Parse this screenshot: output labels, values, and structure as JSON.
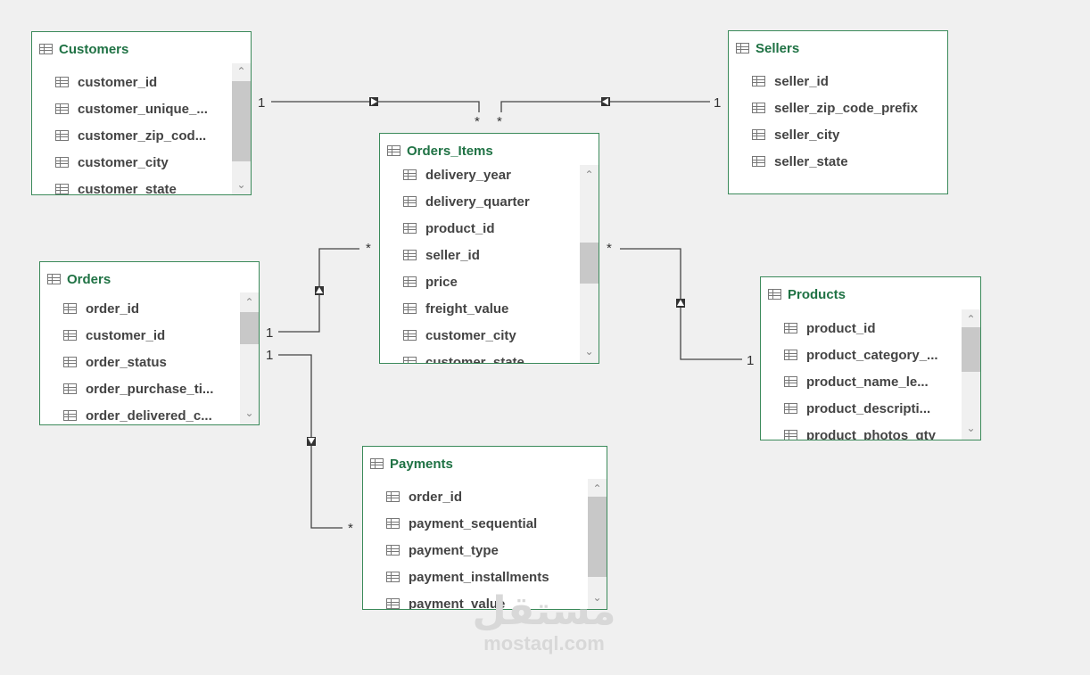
{
  "tables": {
    "customers": {
      "title": "Customers",
      "fields": [
        "customer_id",
        "customer_unique_...",
        "customer_zip_cod...",
        "customer_city",
        "customer_state"
      ]
    },
    "sellers": {
      "title": "Sellers",
      "fields": [
        "seller_id",
        "seller_zip_code_prefix",
        "seller_city",
        "seller_state"
      ]
    },
    "orders_items": {
      "title": "Orders_Items",
      "fields": [
        "delivery_year",
        "delivery_quarter",
        "product_id",
        "seller_id",
        "price",
        "freight_value",
        "customer_city",
        "customer_state"
      ]
    },
    "orders": {
      "title": "Orders",
      "fields": [
        "order_id",
        "customer_id",
        "order_status",
        "order_purchase_ti...",
        "order_delivered_c..."
      ]
    },
    "products": {
      "title": "Products",
      "fields": [
        "product_id",
        "product_category_...",
        "product_name_le...",
        "product_descripti...",
        "product_photos_qty"
      ]
    },
    "payments": {
      "title": "Payments",
      "fields": [
        "order_id",
        "payment_sequential",
        "payment_type",
        "payment_installments",
        "payment_value"
      ]
    }
  },
  "relationships": {
    "customers_one": "1",
    "customers_many": "*",
    "sellers_one": "1",
    "sellers_many": "*",
    "orders_items_one": "1",
    "orders_items_many": "*",
    "products_one": "1",
    "products_many": "*",
    "payments_one": "1",
    "payments_many": "*"
  },
  "watermark": {
    "logo": "مستقل",
    "text": "mostaql.com"
  },
  "icons": {
    "table": "table-icon",
    "field": "field-icon",
    "scroll_up": "chevron-up-icon",
    "scroll_down": "chevron-down-icon",
    "filter": "filter-arrow-icon"
  },
  "colors": {
    "title": "#1f7244",
    "border": "#3b8a5a",
    "background": "#f0f0f0"
  }
}
